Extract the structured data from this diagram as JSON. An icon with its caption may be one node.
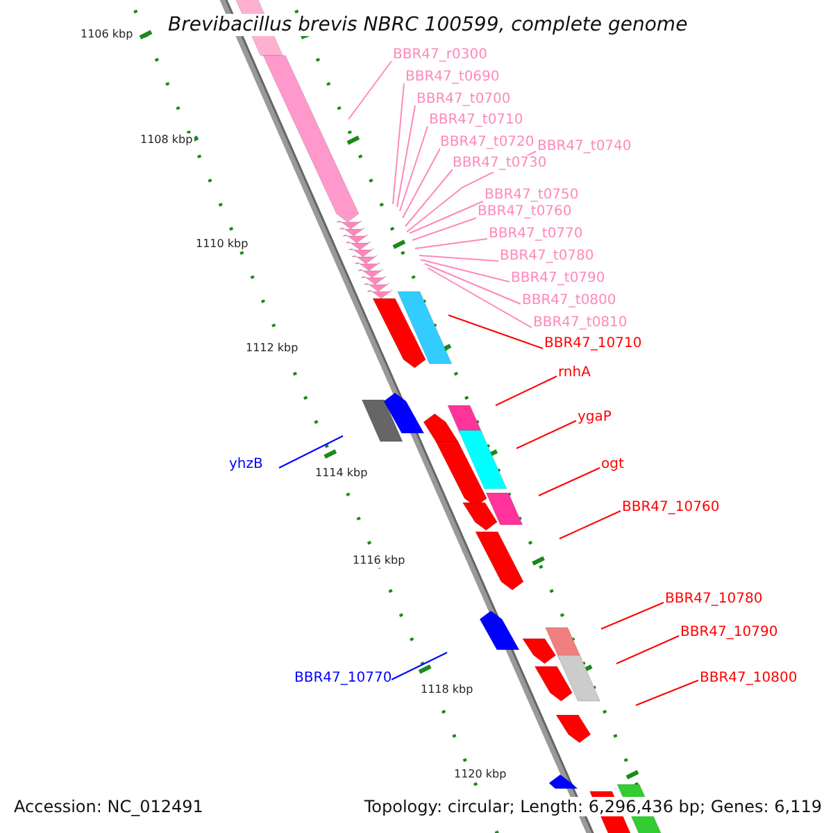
{
  "diagram": {
    "title": "Brevibacillus brevis NBRC 100599, complete genome",
    "nodes": [
      {
        "text": [
          "BBR47_r0300"
        ]
      },
      {
        "text": [
          "BBR47_t0690"
        ]
      },
      {
        "text": [
          "BBR47_t0700"
        ]
      },
      {
        "text": [
          "BBR47_t0710"
        ]
      },
      {
        "text": [
          "BBR47_t0720"
        ]
      },
      {
        "text": [
          "BBR47_t0740"
        ]
      },
      {
        "text": [
          "BBR47_t0730"
        ]
      },
      {
        "text": [
          "BBR47_t0750"
        ]
      },
      {
        "text": [
          "BBR47_t0760"
        ]
      },
      {
        "text": [
          "BBR47_t0770"
        ]
      },
      {
        "text": [
          "BBR47_t0780"
        ]
      },
      {
        "text": [
          "BBR47_t0790"
        ]
      },
      {
        "text": [
          "BBR47_t0800"
        ]
      },
      {
        "text": [
          "BBR47_t0810"
        ]
      },
      {
        "text": [
          "BBR47_10710"
        ]
      },
      {
        "text": [
          "rnhA"
        ]
      },
      {
        "text": [
          "ygaP"
        ]
      },
      {
        "text": [
          "yhzB"
        ]
      },
      {
        "text": [
          "ogt"
        ]
      },
      {
        "text": [
          "BBR47_10760"
        ]
      },
      {
        "text": [
          "BBR47_10780"
        ]
      },
      {
        "text": [
          "BBR47_10790"
        ]
      },
      {
        "text": [
          "BBR47_10770"
        ]
      },
      {
        "text": [
          "BBR47_10800"
        ]
      }
    ],
    "edges": [
      {
        "from": 0,
        "to": null,
        "arrow": "none"
      },
      {
        "from": 1,
        "to": null,
        "arrow": "none"
      },
      {
        "from": 2,
        "to": null,
        "arrow": "none"
      },
      {
        "from": 3,
        "to": null,
        "arrow": "none"
      },
      {
        "from": 4,
        "to": null,
        "arrow": "none"
      },
      {
        "from": 5,
        "to": null,
        "arrow": "none"
      },
      {
        "from": 6,
        "to": null,
        "arrow": "none"
      },
      {
        "from": 7,
        "to": null,
        "arrow": "none"
      },
      {
        "from": 8,
        "to": null,
        "arrow": "none"
      },
      {
        "from": 9,
        "to": null,
        "arrow": "none"
      },
      {
        "from": 10,
        "to": null,
        "arrow": "none"
      },
      {
        "from": 11,
        "to": null,
        "arrow": "none"
      },
      {
        "from": 12,
        "to": null,
        "arrow": "none"
      },
      {
        "from": 13,
        "to": null,
        "arrow": "none"
      },
      {
        "from": 14,
        "to": null,
        "arrow": "none",
        "color": "#ff0000"
      },
      {
        "from": 15,
        "to": null,
        "arrow": "none",
        "color": "#ff0000"
      },
      {
        "from": 16,
        "to": null,
        "arrow": "none",
        "color": "#ff0000"
      },
      {
        "from": 17,
        "to": null,
        "arrow": "none",
        "color": "#0000ff"
      },
      {
        "from": 18,
        "to": null,
        "arrow": "none",
        "color": "#ff0000"
      },
      {
        "from": 19,
        "to": null,
        "arrow": "none",
        "color": "#ff0000"
      },
      {
        "from": 20,
        "to": null,
        "arrow": "none",
        "color": "#ff0000"
      },
      {
        "from": 21,
        "to": null,
        "arrow": "none",
        "color": "#ff0000"
      },
      {
        "from": 22,
        "to": null,
        "arrow": "none",
        "color": "#0000ff"
      },
      {
        "from": 23,
        "to": null,
        "arrow": "none",
        "color": "#ff0000"
      }
    ],
    "labels": [
      "1106 kbp",
      "1108 kbp",
      "1110 kbp",
      "1112 kbp",
      "1114 kbp",
      "1116 kbp",
      "1118 kbp",
      "1120 kbp",
      "Accession: NC_012491",
      "Topology: circular; Length: 6,296,436 bp; Genes: 6,119"
    ]
  }
}
